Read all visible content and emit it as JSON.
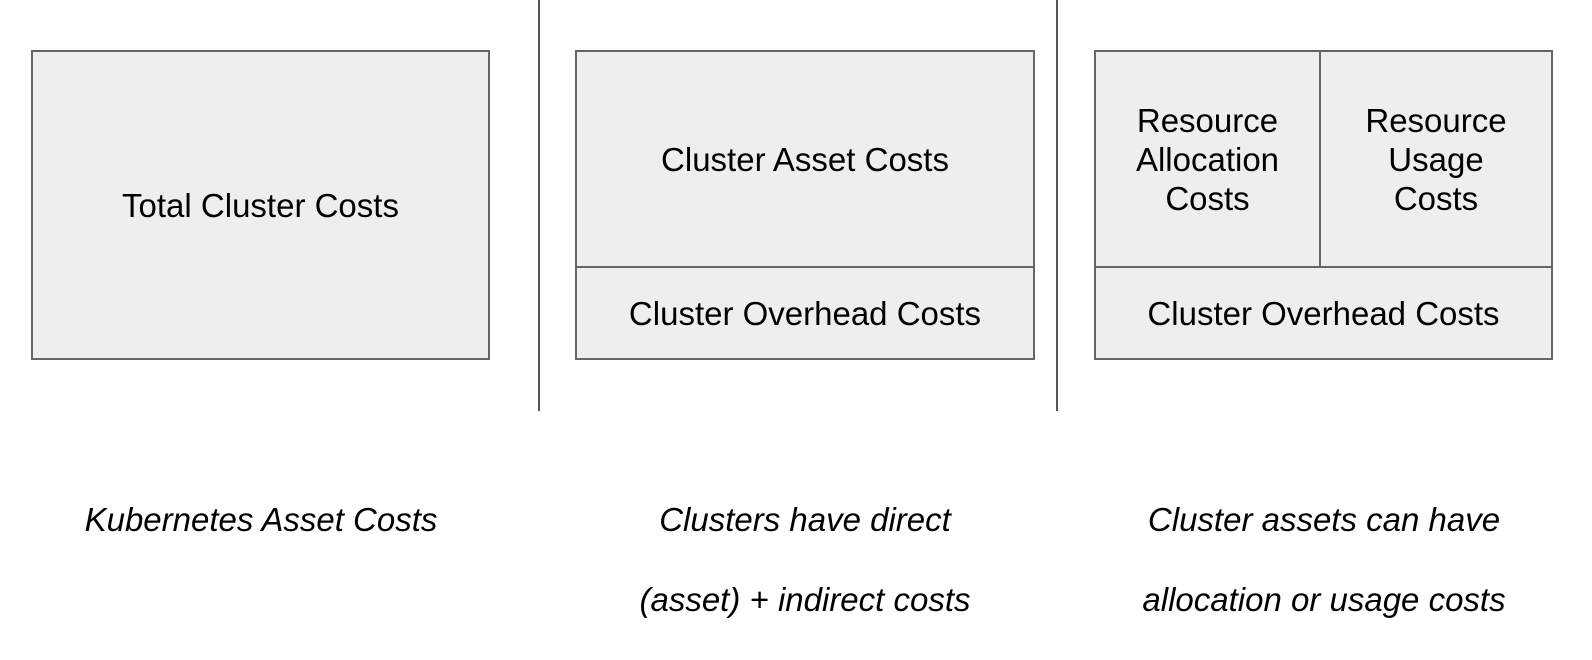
{
  "panel_1": {
    "box_label": "Total Cluster Costs",
    "caption": "Kubernetes Asset Costs"
  },
  "panel_2": {
    "top_label": "Cluster Asset Costs",
    "bottom_label": "Cluster Overhead Costs",
    "caption_line1": "Clusters have direct",
    "caption_line2": "(asset) + indirect costs"
  },
  "panel_3": {
    "left_label": "Resource\nAllocation\nCosts",
    "right_label": "Resource\nUsage\nCosts",
    "bottom_label": "Cluster Overhead Costs",
    "caption_line1": "Cluster assets can have",
    "caption_line2": "allocation or usage costs"
  },
  "colors": {
    "box_fill": "#eeeeee",
    "box_border": "#666666",
    "divider": "#555555"
  }
}
